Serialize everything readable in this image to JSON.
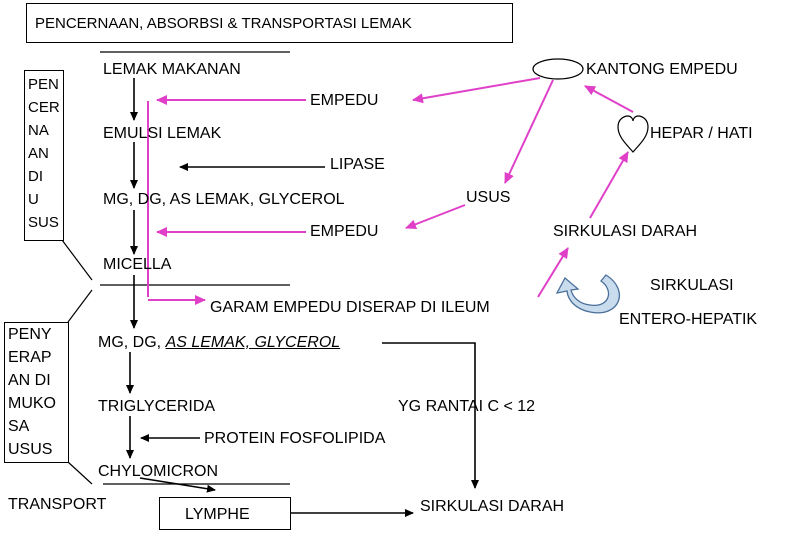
{
  "title": "PENCERNAAN, ABSORBSI & TRANSPORTASI LEMAK",
  "side_digestion": [
    "PEN",
    "CER",
    "NA",
    "AN",
    "DI",
    "U",
    "SUS"
  ],
  "side_absorption": [
    "PENY",
    "ERAP",
    "AN DI",
    "MUKO",
    "SA",
    "USUS"
  ],
  "labels": {
    "lemak_makanan": "LEMAK MAKANAN",
    "kantong_empedu": "KANTONG EMPEDU",
    "empedu_top": "EMPEDU",
    "emulsi_lemak": "EMULSI LEMAK",
    "hepar_hati": "HEPAR / HATI",
    "lipase": "LIPASE",
    "mg_dg_glycerol": "MG, DG, AS LEMAK, GLYCEROL",
    "usus": "USUS",
    "empedu_bottom": "EMPEDU",
    "sirkulasi_darah_right": "SIRKULASI DARAH",
    "micella": "MICELLA",
    "sirkulasi": "SIRKULASI",
    "garam_empedu": "GARAM EMPEDU DISERAP DI ILEUM",
    "entero_hepatik": "ENTERO-HEPATIK",
    "mg_dg_prefix": "MG, DG, ",
    "as_lemak_glycerol": "AS LEMAK, GLYCEROL",
    "triglycerida": "TRIGLYCERIDA",
    "yg_rantai": "YG RANTAI C < 12",
    "protein_fosfolipida": "PROTEIN FOSFOLIPIDA",
    "chylomicron": "CHYLOMICRON",
    "transport": "TRANSPORT",
    "lymphe": "LYMPHE",
    "sirkulasi_darah_bottom": "SIRKULASI DARAH"
  },
  "colors": {
    "text": "#000000",
    "pink_arrow": "#e040c8",
    "black_arrow": "#000000",
    "circular_arrow_fill": "#c9dcee",
    "circular_arrow_stroke": "#4a6f99"
  },
  "icons": [
    "gallbladder-ellipse-icon",
    "liver-heart-icon",
    "circular-arrow-icon"
  ]
}
